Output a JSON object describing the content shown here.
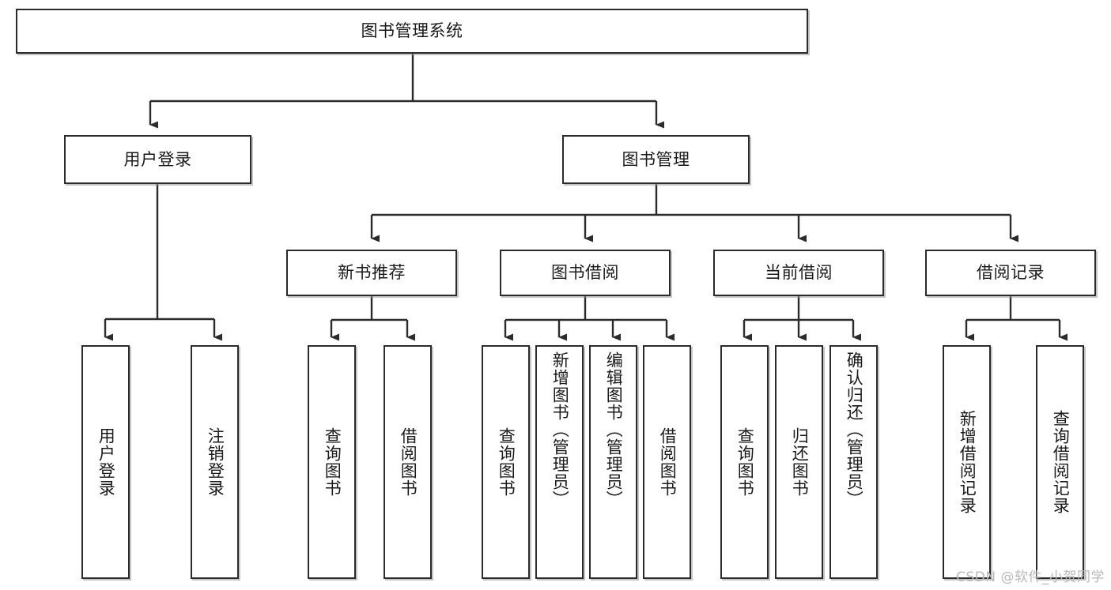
{
  "diagram": {
    "type": "tree-hierarchy-chart",
    "title": "图书管理系统",
    "orientation": "top-down",
    "colors": {
      "box_border": "#2b2b2b",
      "box_fill": "#ffffff",
      "connector": "#2b2b2b",
      "text": "#1a1a1a",
      "watermark": "#b9b9b9",
      "background": "#ffffff"
    },
    "root": {
      "id": "root",
      "label": "图书管理系统",
      "orientation": "horizontal"
    },
    "level2": [
      {
        "id": "user-login",
        "label": "用户登录",
        "orientation": "horizontal"
      },
      {
        "id": "book-management",
        "label": "图书管理",
        "orientation": "horizontal"
      }
    ],
    "level3": [
      {
        "id": "new-book-recommend",
        "label": "新书推荐",
        "orientation": "horizontal",
        "parent": "book-management"
      },
      {
        "id": "book-borrow",
        "label": "图书借阅",
        "orientation": "horizontal",
        "parent": "book-management"
      },
      {
        "id": "current-borrow",
        "label": "当前借阅",
        "orientation": "horizontal",
        "parent": "book-management"
      },
      {
        "id": "borrow-record",
        "label": "借阅记录",
        "orientation": "horizontal",
        "parent": "book-management"
      }
    ],
    "leaves": [
      {
        "id": "leaf-user-login",
        "label": "用户登录",
        "parent": "user-login",
        "orientation": "vertical"
      },
      {
        "id": "leaf-logout-login",
        "label": "注销登录",
        "parent": "user-login",
        "orientation": "vertical"
      },
      {
        "id": "leaf-query-book-1",
        "label": "查询图书",
        "parent": "new-book-recommend",
        "orientation": "vertical"
      },
      {
        "id": "leaf-borrow-book-1",
        "label": "借阅图书",
        "parent": "new-book-recommend",
        "orientation": "vertical"
      },
      {
        "id": "leaf-query-book-2",
        "label": "查询图书",
        "parent": "book-borrow",
        "orientation": "vertical"
      },
      {
        "id": "leaf-add-book",
        "label": "新增图书（管理员）",
        "parent": "book-borrow",
        "orientation": "vertical"
      },
      {
        "id": "leaf-edit-book",
        "label": "编辑图书（管理员）",
        "parent": "book-borrow",
        "orientation": "vertical"
      },
      {
        "id": "leaf-borrow-book-2",
        "label": "借阅图书",
        "parent": "book-borrow",
        "orientation": "vertical"
      },
      {
        "id": "leaf-query-book-3",
        "label": "查询图书",
        "parent": "current-borrow",
        "orientation": "vertical"
      },
      {
        "id": "leaf-return-book",
        "label": "归还图书",
        "parent": "current-borrow",
        "orientation": "vertical"
      },
      {
        "id": "leaf-confirm-return",
        "label": "确认归还（管理员）",
        "parent": "current-borrow",
        "orientation": "vertical"
      },
      {
        "id": "leaf-add-record",
        "label": "新增借阅记录",
        "parent": "borrow-record",
        "orientation": "vertical"
      },
      {
        "id": "leaf-query-record",
        "label": "查询借阅记录",
        "parent": "borrow-record",
        "orientation": "vertical"
      }
    ]
  },
  "watermark": {
    "text": "CSDN @软件_小贺同学"
  }
}
